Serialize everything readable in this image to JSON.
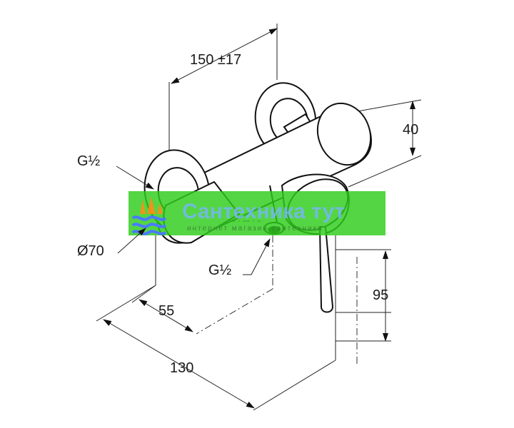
{
  "dimensions": {
    "width_tolerance": "150 ±17",
    "height_right": "40",
    "inlet_thread": "G½",
    "outlet_thread": "G½",
    "rosette_diameter": "Ø70",
    "depth_inner": "55",
    "depth_outer": "130",
    "handle_height": "95"
  },
  "watermark": {
    "title": "Сантехника тут",
    "subtitle": "интернет магазин сантехники",
    "band_color": "#2ecc1a"
  }
}
